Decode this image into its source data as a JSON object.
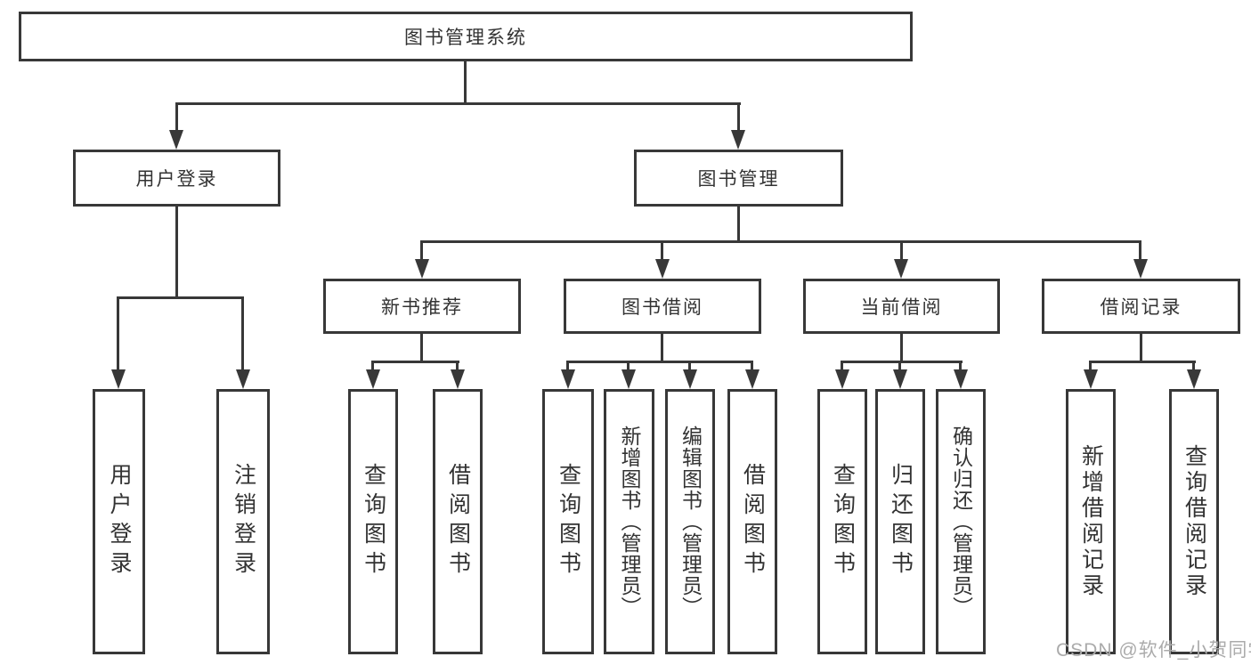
{
  "diagram_type": "functional-structure-tree",
  "hierarchy": {
    "label": "图书管理系统",
    "children": [
      {
        "label": "用户登录",
        "children": [
          {
            "label": "用户登录"
          },
          {
            "label": "注销登录"
          }
        ]
      },
      {
        "label": "图书管理",
        "children": [
          {
            "label": "新书推荐",
            "children": [
              {
                "label": "查询图书"
              },
              {
                "label": "借阅图书"
              }
            ]
          },
          {
            "label": "图书借阅",
            "children": [
              {
                "label": "查询图书"
              },
              {
                "label": "新增图书（管理员）"
              },
              {
                "label": "编辑图书（管理员）"
              },
              {
                "label": "借阅图书"
              }
            ]
          },
          {
            "label": "当前借阅",
            "children": [
              {
                "label": "查询图书"
              },
              {
                "label": "归还图书"
              },
              {
                "label": "确认归还（管理员）"
              }
            ]
          },
          {
            "label": "借阅记录",
            "children": [
              {
                "label": "新增借阅记录"
              },
              {
                "label": "查询借阅记录"
              }
            ]
          }
        ]
      }
    ]
  },
  "watermark": {
    "text": "CSDN @软件_小贺同学"
  },
  "colors": {
    "line": "#383838",
    "border": "#383838",
    "text": "#333333",
    "watermark": "#ababab",
    "background": "#ffffff"
  }
}
